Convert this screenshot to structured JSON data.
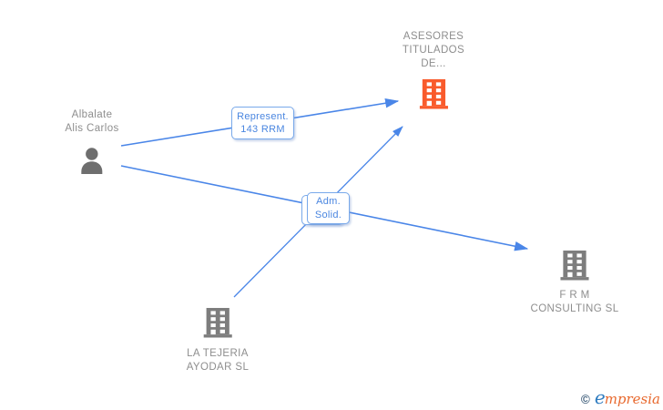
{
  "page": {
    "background": "#ffffff"
  },
  "colors": {
    "edge_arrow_blue": "#4a86e8",
    "edge_label_border_blue": "#79a9ea",
    "edge_label_text_blue": "#4a86e0",
    "node_label_gray": "#8e8e8e",
    "company_icon_gray": "#7d7d7d",
    "company_icon_highlight_orange": "#f95b2c",
    "person_icon_gray": "#6e6e6e",
    "logo_copyright_slate": "#44627e",
    "logo_e_blue": "#2f7cc0",
    "logo_word_orange": "#e8692e"
  },
  "nodes": {
    "person": {
      "line1": "Albalate",
      "line2": "Alis Carlos"
    },
    "asesores": {
      "line1": "ASESORES",
      "line2": "TITULADOS",
      "line3": "DE..."
    },
    "frm": {
      "line1": "F R M",
      "line2": "CONSULTING SL"
    },
    "tejeria": {
      "line1": "LA TEJERIA",
      "line2": "AYODAR  SL"
    }
  },
  "edge_labels": {
    "represent": {
      "line1": "Represent.",
      "line2": "143 RRM"
    },
    "adm_solid": {
      "line1": "Adm.",
      "line2": "Solid."
    }
  },
  "footer": {
    "copyright": "©",
    "brand_initial": "e",
    "brand_rest": "mpresia"
  }
}
